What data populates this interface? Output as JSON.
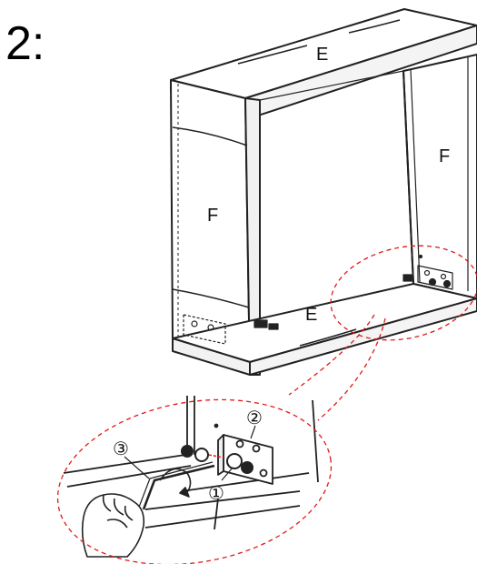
{
  "step_label": "2:",
  "panel_labels": {
    "top": "E",
    "left_side": "F",
    "right_side": "F",
    "bottom": "E"
  },
  "callouts": {
    "bracket": "②",
    "screw": "①",
    "allen_key": "③"
  },
  "colors": {
    "outline": "#222222",
    "detail_circle": "#e01818",
    "panel_fill": "#ffffff",
    "shade": "#f2f2f2",
    "hand": "#ffffff"
  },
  "icons": {
    "bracket": "L-bracket",
    "screw": "screw",
    "tool": "allen-key",
    "hand": "hand"
  }
}
